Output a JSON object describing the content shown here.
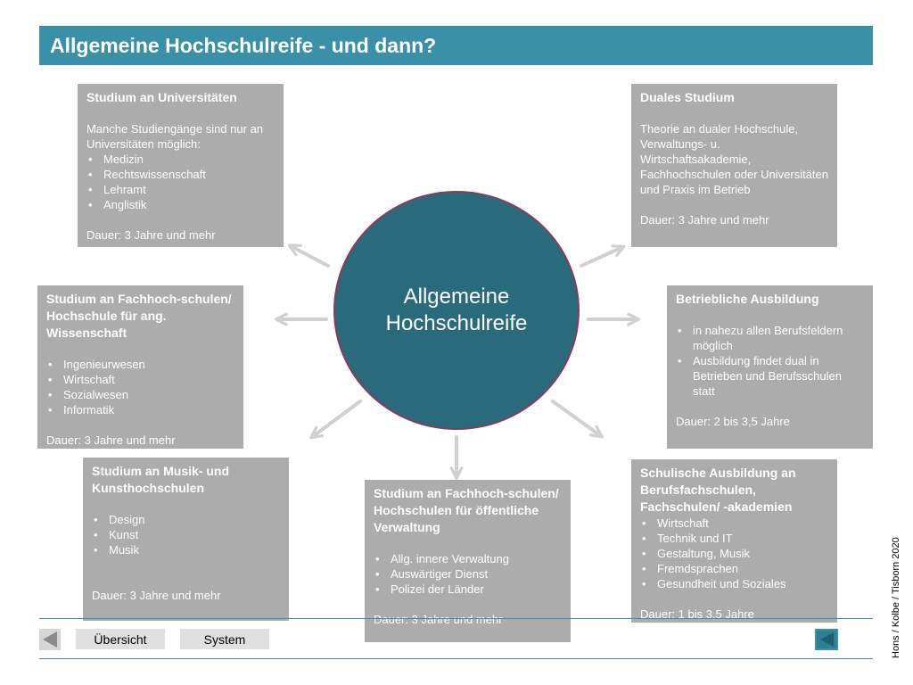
{
  "title": "Allgemeine Hochschulreife - und dann?",
  "center": {
    "line1": "Allgemeine",
    "line2": "Hochschulreife"
  },
  "boxes": {
    "universitaet": {
      "title": "Studium an Universitäten",
      "intro": "Manche Studiengänge sind nur an Universitäten möglich:",
      "items": [
        "Medizin",
        "Rechtswissenschaft",
        "Lehramt",
        "Anglistik"
      ],
      "duration": "Dauer: 3 Jahre und mehr"
    },
    "dual": {
      "title": "Duales Studium",
      "intro": "Theorie an dualer Hochschule, Verwaltungs- u. Wirtschaftsakademie, Fachhochschulen oder Universitäten und Praxis im Betrieb",
      "duration": "Dauer: 3 Jahre und mehr"
    },
    "fachhochschule": {
      "title": "Studium an Fachhoch-schulen/ Hochschule für ang. Wissenschaft",
      "items": [
        "Ingenieurwesen",
        "Wirtschaft",
        "Sozialwesen",
        "Informatik"
      ],
      "duration": "Dauer: 3 Jahre und mehr"
    },
    "betrieblich": {
      "title": "Betriebliche Ausbildung",
      "items": [
        "in nahezu allen Berufsfeldern möglich",
        "Ausbildung findet dual in Betrieben und Berufsschulen statt"
      ],
      "duration": "Dauer: 2 bis 3,5 Jahre"
    },
    "musik": {
      "title": "Studium an Musik- und Kunsthochschulen",
      "items": [
        "Design",
        "Kunst",
        "Musik"
      ],
      "duration": "Dauer: 3 Jahre und mehr"
    },
    "verwaltung": {
      "title": "Studium an Fachhoch-schulen/ Hochschulen für öffentliche Verwaltung",
      "items": [
        "Allg. innere Verwaltung",
        "Auswärtiger Dienst",
        "Polizei der Länder"
      ],
      "duration": "Dauer: 3 Jahre und mehr"
    },
    "schulisch": {
      "title": "Schulische Ausbildung an Berufsfachschulen, Fachschulen/ -akademien",
      "items": [
        "Wirtschaft",
        "Technik und IT",
        "Gestaltung, Musik",
        "Fremdsprachen",
        "Gesundheit und Soziales"
      ],
      "duration": "Dauer: 1 bis 3,5 Jahre"
    }
  },
  "nav": {
    "overview": "Übersicht",
    "system": "System"
  },
  "credit": "Hons / Kolbe / Tisborn 2020",
  "colors": {
    "title_bar": "#3a90a6",
    "circle": "#2a6b7b",
    "circle_border": "#8a3a5c",
    "box": "#acacac"
  }
}
